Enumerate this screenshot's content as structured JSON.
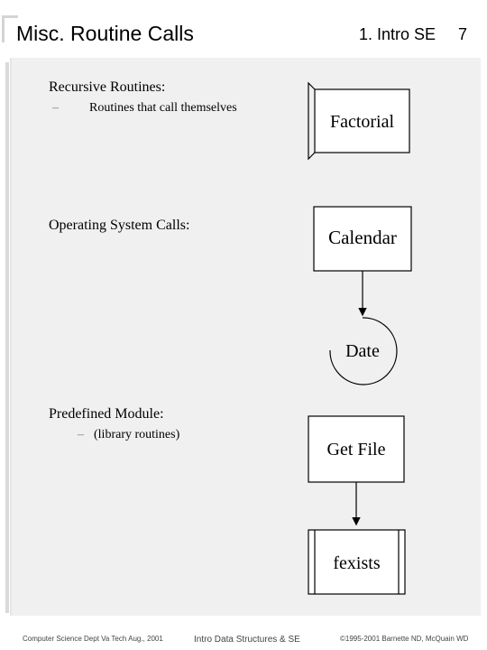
{
  "header": {
    "title": "Misc. Routine Calls",
    "course": "1. Intro SE",
    "page_number": "7"
  },
  "sections": {
    "recursive": {
      "heading": "Recursive Routines:",
      "bullet": "Routines that call themselves"
    },
    "os_calls": {
      "heading": "Operating System Calls:"
    },
    "predefined": {
      "heading": "Predefined Module:",
      "bullet": "(library routines)"
    }
  },
  "diagram": {
    "factorial": "Factorial",
    "calendar": "Calendar",
    "date": "Date",
    "get_file": "Get File",
    "fexists": "fexists"
  },
  "footer": {
    "left": "Computer Science Dept Va Tech Aug., 2001",
    "center": "Intro Data Structures & SE",
    "right": "©1995-2001 Barnette ND, McQuain WD"
  }
}
